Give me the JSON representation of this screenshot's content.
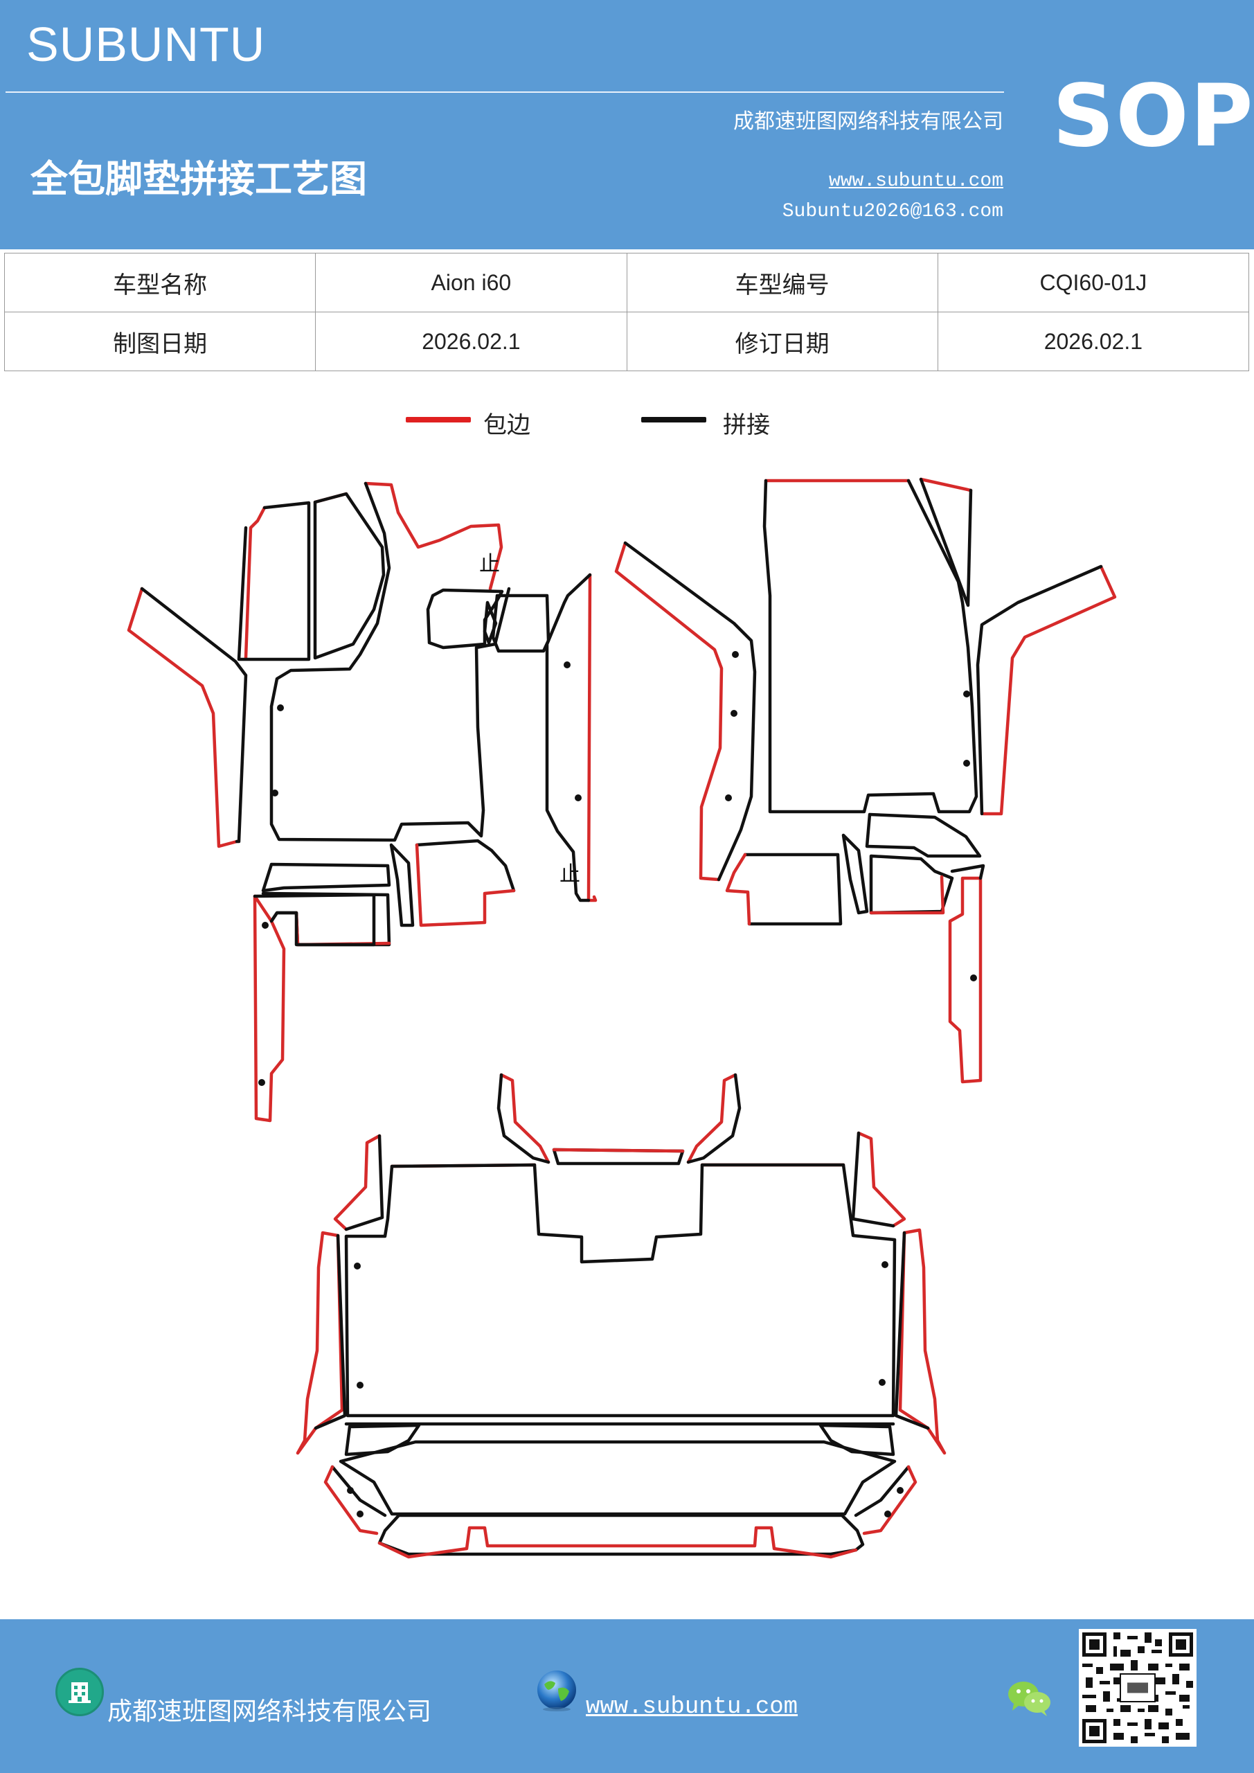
{
  "header": {
    "brand": "SUBUNTU",
    "badge": "SOP",
    "company": "成都速班图网络科技有限公司",
    "title": "全包脚垫拼接工艺图",
    "website": "www.subuntu.com",
    "email": "Subuntu2026@163.com",
    "color": "#5b9bd5"
  },
  "info_table": {
    "rows": [
      {
        "label1": "车型名称",
        "value1": "Aion  i60",
        "label2": "车型编号",
        "value2": "CQI60-01J"
      },
      {
        "label1": "制图日期",
        "value1": "2026.02.1",
        "label2": "修订日期",
        "value2": "2026.02.1"
      }
    ]
  },
  "legend": {
    "items": [
      {
        "label": "包边",
        "color": "#e02020"
      },
      {
        "label": "拼接",
        "color": "#111111"
      }
    ]
  },
  "diagram": {
    "stop_marks": [
      "止",
      "止"
    ],
    "edge_color": "#d62a2a",
    "seam_color": "#111111"
  },
  "footer": {
    "company": "成都速班图网络科技有限公司",
    "website": "www.subuntu.com ",
    "building_icon": "building-icon",
    "globe_icon": "globe-icon",
    "wechat_icon": "wechat-icon",
    "qr_icon": "qr-code"
  }
}
